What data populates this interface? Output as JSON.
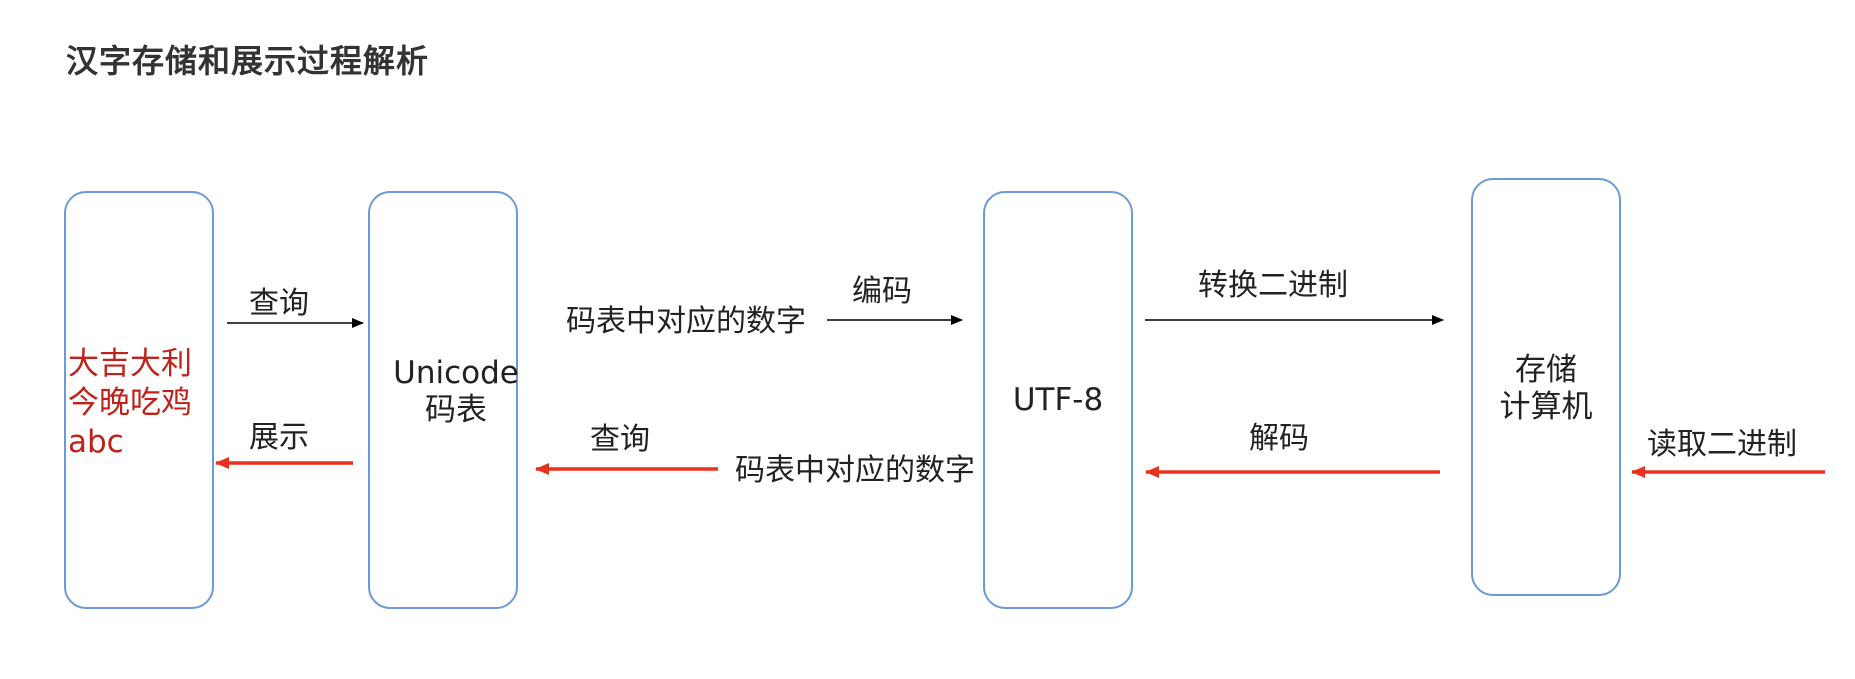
{
  "title": "汉字存储和展示过程解析",
  "boxes": {
    "chars": {
      "lines": [
        "大吉大利",
        "今晚吃鸡",
        "abc"
      ]
    },
    "unicode": {
      "lines": [
        "Unicode",
        "码表"
      ]
    },
    "utf8": {
      "lines": [
        "UTF-8"
      ]
    },
    "storage": {
      "lines": [
        "存储",
        "计算机"
      ]
    }
  },
  "labels": {
    "query_top": "查询",
    "show": "展示",
    "mapping_number_top": "码表中对应的数字",
    "encode": "编码",
    "query_bottom": "查询",
    "mapping_number_bottom": "码表中对应的数字",
    "to_binary": "转换二进制",
    "decode": "解码",
    "read_binary": "读取二进制"
  },
  "colors": {
    "box_border": "#6b9bd6",
    "forward_arrow": "#000000",
    "backward_arrow": "#e8321e",
    "highlight_text": "#c0211a"
  }
}
